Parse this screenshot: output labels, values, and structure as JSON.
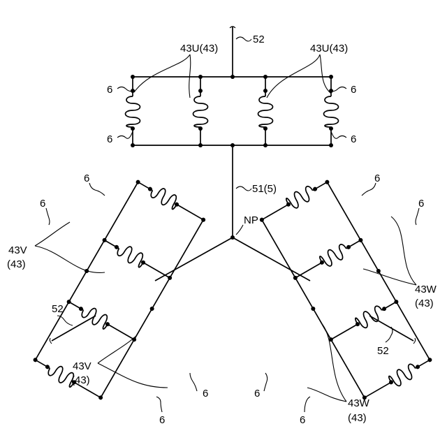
{
  "labels": {
    "line_top": "52",
    "line_left": "52",
    "line_right": "52",
    "u_left": "43U(43)",
    "u_right": "43U(43)",
    "v_upper_1": "43V",
    "v_upper_2": "(43)",
    "v_lower_1": "43V",
    "v_lower_2": "(43)",
    "w_upper_1": "43W",
    "w_upper_2": "(43)",
    "w_lower_1": "43W",
    "w_lower_2": "(43)",
    "np": "NP",
    "bus": "51(5)",
    "terminal": "6"
  }
}
